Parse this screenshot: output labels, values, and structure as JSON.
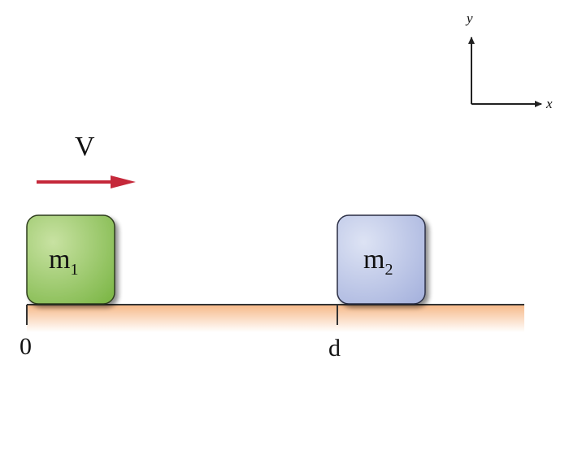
{
  "axes": {
    "x_label": "x",
    "y_label": "y"
  },
  "velocity": {
    "label": "V"
  },
  "blocks": {
    "m1": {
      "base": "m",
      "subscript": "1"
    },
    "m2": {
      "base": "m",
      "subscript": "2"
    }
  },
  "ground": {
    "origin_label": "0",
    "distance_label": "d"
  },
  "colors": {
    "arrow": "#c5283a",
    "block1_light": "#c8e2a2",
    "block1_dark": "#7fb84a",
    "block2_light": "#dde3f4",
    "block2_dark": "#a8b4de",
    "ground_light": "#fde3cc",
    "ground_dark": "#f6b887",
    "line": "#333333"
  }
}
